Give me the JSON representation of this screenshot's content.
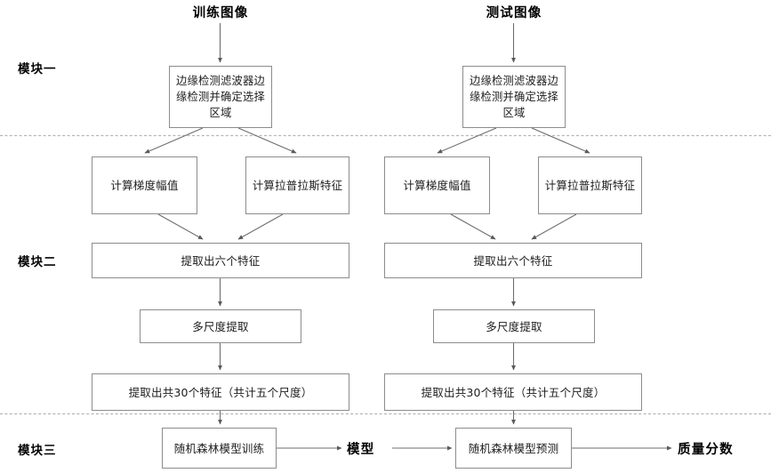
{
  "diagram": {
    "type": "flowchart",
    "title_visible": false,
    "module_labels": [
      {
        "id": "module-one",
        "text": "模块一"
      },
      {
        "id": "module-two",
        "text": "模块二"
      },
      {
        "id": "module-three",
        "text": "模块三"
      }
    ],
    "inputs": [
      {
        "id": "training-image",
        "text": "训练图像"
      },
      {
        "id": "test-image",
        "text": "测试图像"
      }
    ],
    "outputs": [
      {
        "id": "model",
        "text": "模型"
      },
      {
        "id": "quality-score",
        "text": "质量分数"
      }
    ],
    "pipelines": {
      "training": {
        "edge_detection": "边缘检测滤波器边缘检测并确定选择区域",
        "gradient": "计算梯度幅值",
        "laplacian": "计算拉普拉斯特征",
        "six_features": "提取出六个特征",
        "multi_scale": "多尺度提取",
        "thirty_features": "提取出共30个特征（共计五个尺度）",
        "random_forest": "随机森林模型训练"
      },
      "testing": {
        "edge_detection": "边缘检测滤波器边缘检测并确定选择区域",
        "gradient": "计算梯度幅值",
        "laplacian": "计算拉普拉斯特征",
        "six_features": "提取出六个特征",
        "multi_scale": "多尺度提取",
        "thirty_features": "提取出共30个特征（共计五个尺度）",
        "random_forest": "随机森林模型预测"
      }
    },
    "colors": {
      "box_stroke": "#8c8c8c",
      "box_fill": "#ffffff",
      "connector": "#6e6e6e",
      "divider": "#b5b5b5",
      "text": "#1d1d1d",
      "background": "#ffffff"
    }
  }
}
